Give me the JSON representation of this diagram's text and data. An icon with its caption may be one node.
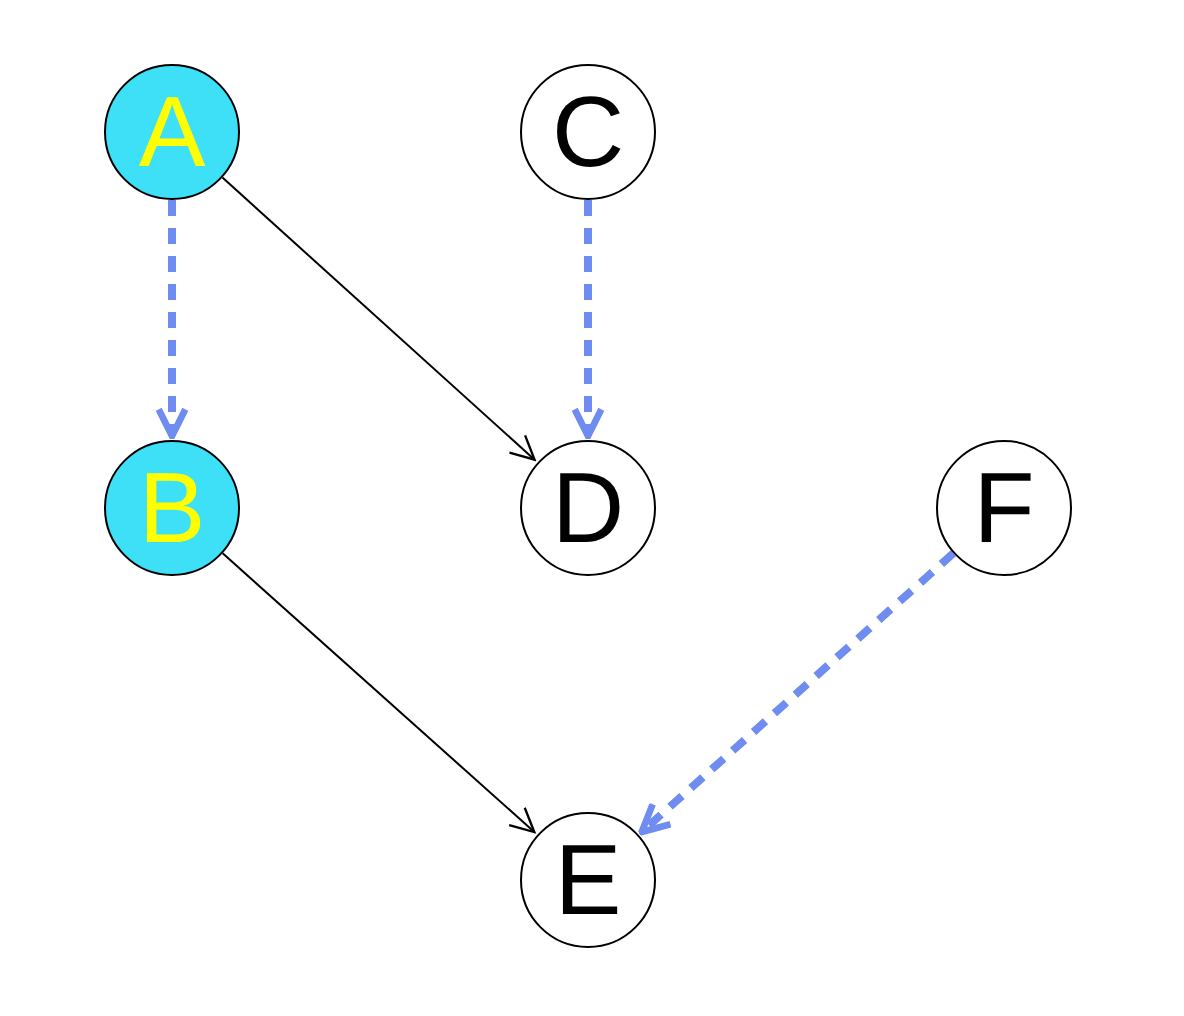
{
  "diagram": {
    "nodes": [
      {
        "text": [
          "A"
        ]
      },
      {
        "text": [
          "C"
        ]
      },
      {
        "text": [
          "B"
        ]
      },
      {
        "text": [
          "D"
        ]
      },
      {
        "text": [
          "F"
        ]
      },
      {
        "text": [
          "E"
        ]
      }
    ],
    "edges": [
      {
        "from": 0,
        "to": 2,
        "arrow": "to",
        "style": "dashed"
      },
      {
        "from": 0,
        "to": 3,
        "arrow": "to",
        "color": "#000000"
      },
      {
        "from": 1,
        "to": 3,
        "arrow": "to",
        "style": "dashed"
      },
      {
        "from": 2,
        "to": 5,
        "arrow": "to",
        "color": "#000000"
      },
      {
        "from": 4,
        "to": 5,
        "arrow": "to",
        "style": "dashed"
      }
    ]
  }
}
